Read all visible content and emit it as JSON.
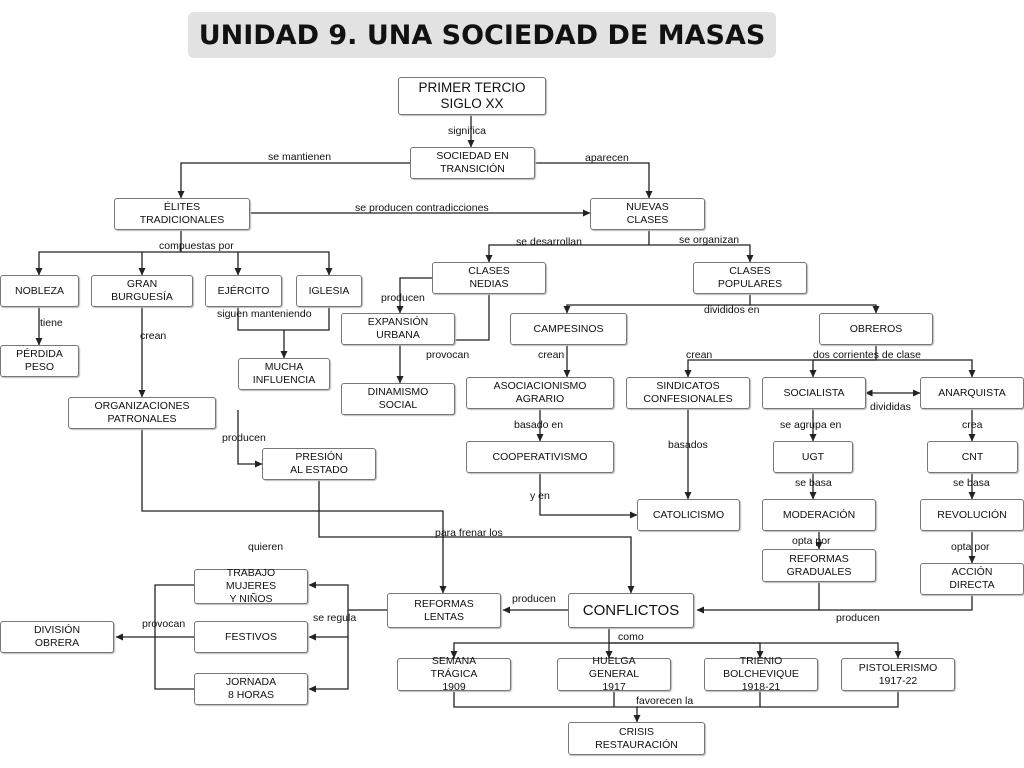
{
  "title": "UNIDAD 9. UNA SOCIEDAD DE MASAS",
  "nodes": {
    "primer_tercio": "PRIMER TERCIO\nSIGLO XX",
    "sociedad_transicion": "SOCIEDAD EN\nTRANSICIÓN",
    "elites": "ÉLITES\nTRADICIONALES",
    "nuevas_clases": "NUEVAS\nCLASES",
    "nobleza": "NOBLEZA",
    "gran_burguesia": "GRAN\nBURGUESÍA",
    "ejercito": "EJÉRCITO",
    "iglesia": "IGLESIA",
    "perdida_peso": "PÉRDIDA\nPESO",
    "mucha_influencia": "MUCHA\nINFLUENCIA",
    "organizaciones_patronales": "ORGANIZACIONES\nPATRONALES",
    "presion_estado": "PRESIÓN\nAL ESTADO",
    "clases_medias": "CLASES\nNEDIAS",
    "expansion_urbana": "EXPANSIÓN\nURBANA",
    "dinamismo_social": "DINAMISMO\nSOCIAL",
    "clases_populares": "CLASES\nPOPULARES",
    "campesinos": "CAMPESINOS",
    "obreros": "OBREROS",
    "asociacionismo_agrario": "ASOCIACIONISMO\nAGRARIO",
    "sindicatos_confesionales": "SINDICATOS\nCONFESIONALES",
    "socialista": "SOCIALISTA",
    "anarquista": "ANARQUISTA",
    "cooperativismo": "COOPERATIVISMO",
    "catolicismo": "CATOLICISMO",
    "ugt": "UGT",
    "cnt": "CNT",
    "moderacion": "MODERACIÓN",
    "revolucion": "REVOLUCIÓN",
    "reformas_graduales": "REFORMAS\nGRADUALES",
    "accion_directa": "ACCIÓN\nDIRECTA",
    "conflictos": "CONFLICTOS",
    "reformas_lentas": "REFORMAS\nLENTAS",
    "trabajo_mujeres": "TRABAJO\nMUJERES\nY NIÑOS",
    "festivos": "FESTIVOS",
    "jornada": "JORNADA\n8 HORAS",
    "division_obrera": "DIVISIÓN\nOBRERA",
    "semana_tragica": "SEMANA\nTRÁGICA\n1909",
    "huelga_general": "HUELGA\nGENERAL\n1917",
    "trienio": "TRIENIO\nBOLCHEVIQUE\n1918-21",
    "pistolerismo": "PISTOLERISMO\n1917-22",
    "crisis": "CRISIS\nRESTAURACIÓN"
  },
  "links": {
    "significa": "significa",
    "se_mantienen": "se mantienen",
    "aparecen": "aparecen",
    "se_producen_contradicciones": "se producen contradicciones",
    "compuestas_por": "compuestas por",
    "se_desarrollan": "se desarrollan",
    "se_organizan": "se organizan",
    "tiene": "tiene",
    "crean_burguesia": "crean",
    "siguen_manteniendo": "siguen manteniendo",
    "producen_clases": "producen",
    "provocan_urbana": "provocan",
    "divididos_en": "divididos en",
    "crean_campesinos": "crean",
    "crean_obreros": "crean",
    "dos_corrientes": "dos corrientes de clase",
    "divididas": "divididas",
    "producen_patronales": "producen",
    "basado_en": "basado en",
    "basados": "basados",
    "se_agrupa_en": "se agrupa en",
    "crea_anarquista": "crea",
    "y_en": "y en",
    "se_basa_ugt": "se basa",
    "se_basa_cnt": "se basa",
    "para_frenar_los": "para frenar los",
    "opta_por_moderacion": "opta por",
    "opta_por_revolucion": "opta por",
    "quieren": "quieren",
    "producen_conflictos": "producen",
    "producen_reformas": "producen",
    "se_regula": "se regula",
    "provocan_division": "provocan",
    "como": "como",
    "favorecen_la": "favorecen la"
  }
}
